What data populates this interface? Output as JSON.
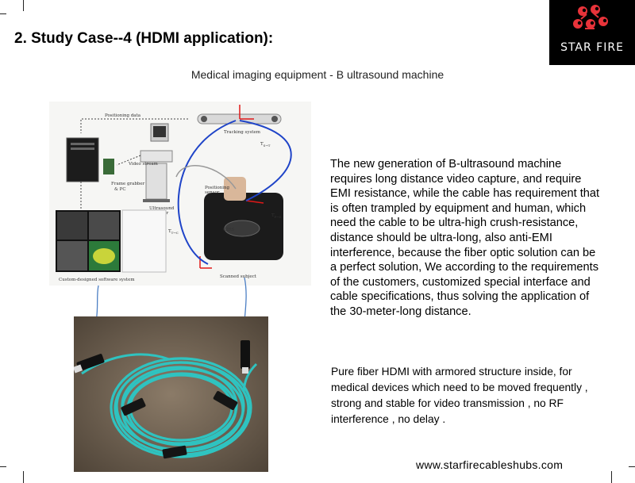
{
  "header": {
    "title": "2. Study Case--4 (HDMI application):",
    "subtitle": "Medical imaging equipment - B ultrasound machine"
  },
  "logo": {
    "brand_text": "STAR FIRE",
    "accent_color": "#e8333a",
    "background": "#000000"
  },
  "diagram": {
    "labels": {
      "positioning_data": "Positioning data",
      "tracking_system": "Tracking system",
      "video_stream": "Video stream",
      "frame_grabber": "Frame grabber",
      "and_pc": "& PC",
      "ultrasound": "Ultrasound",
      "scanner": "scanner",
      "positioning_sensor": "Positioning",
      "positioning_sensor_2": "sensor",
      "scanned_subject": "Scanned subject",
      "software": "Custom-designed software system",
      "t_s_t": "T",
      "t_s_t_sub": "S→T",
      "t_p_s": "T",
      "t_p_s_sub": "P→S",
      "t_t_c": "T",
      "t_t_c_sub": "T→C"
    }
  },
  "description": "The new generation of B-ultrasound machine requires long distance video capture, and require EMI resistance, while the cable has requirement that is often trampled by equipment and human, which need the cable to be ultra-high crush-resistance, distance should be ultra-long, also anti-EMI interference, because the fiber optic solution can be a perfect solution, We according to the requirements of the customers, customized special interface and cable specifications, thus solving the application of the 30-meter-long distance.",
  "note": "Pure fiber HDMI with armored structure inside, for medical devices which need to be moved frequently , strong and stable for video transmission , no RF interference , no delay .",
  "footer": {
    "website": "www.starfirecableshubs.com"
  },
  "colors": {
    "cable": "#2fc3c0",
    "connection_line": "#1f44c8",
    "axis_red": "#e01818"
  }
}
